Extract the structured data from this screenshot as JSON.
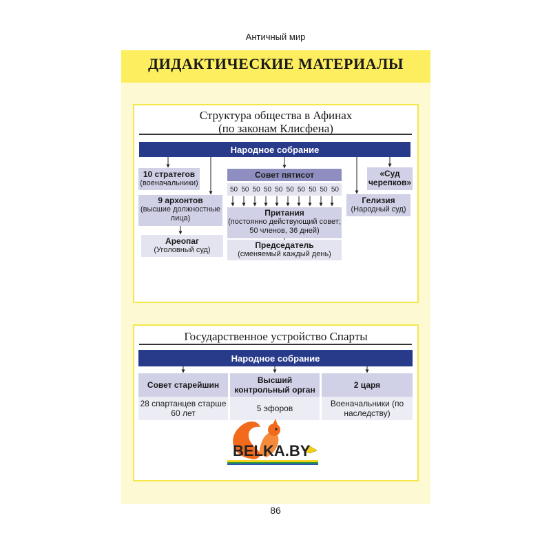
{
  "running_head": "Античный мир",
  "page_number": "86",
  "banner_title": "ДИДАКТИЧЕСКИЕ МАТЕРИАЛЫ",
  "athens": {
    "title_line1": "Структура общества в Афинах",
    "title_line2": "(по законам Клисфена)",
    "assembly": "Народное собрание",
    "strategists": {
      "title": "10 стратегов",
      "desc": "(военачальники)"
    },
    "archons": {
      "title": "9 архонтов",
      "desc": "(высшие должностные лица)"
    },
    "areopagus": {
      "title": "Ареопаг",
      "desc": "(Уголовный суд)"
    },
    "council": {
      "title": "Совет пятисот",
      "numbers": [
        "50",
        "50",
        "50",
        "50",
        "50",
        "50",
        "50",
        "50",
        "50",
        "50"
      ]
    },
    "prytany": {
      "title": "Притания",
      "desc": "(постоянно действующий совет; 50 членов, 36 дней)"
    },
    "chairman": {
      "title": "Председатель",
      "desc": "(сменяемый каждый день)"
    },
    "ostracism": {
      "title": "«Суд черепков»"
    },
    "heliaia": {
      "title": "Гелизия",
      "desc": "(Народный суд)"
    }
  },
  "sparta": {
    "title": "Государственное устройство Спарты",
    "assembly": "Народное собрание",
    "columns": [
      {
        "head": "Совет старейшин",
        "body": "28 спартанцев старше 60 лет"
      },
      {
        "head": "Высший контрольный орган",
        "body": "5 эфоров"
      },
      {
        "head": "2 царя",
        "body": "Военачальники (по наследству)"
      }
    ]
  },
  "logo": {
    "text": "BELKA.BY"
  },
  "colors": {
    "banner": "#fcee5f",
    "page": "#fdf9d3",
    "navy": "#283a8a",
    "box": "#d0d0e7",
    "box_dark": "#8e8ec0",
    "logo_orange": "#f26b1d"
  }
}
